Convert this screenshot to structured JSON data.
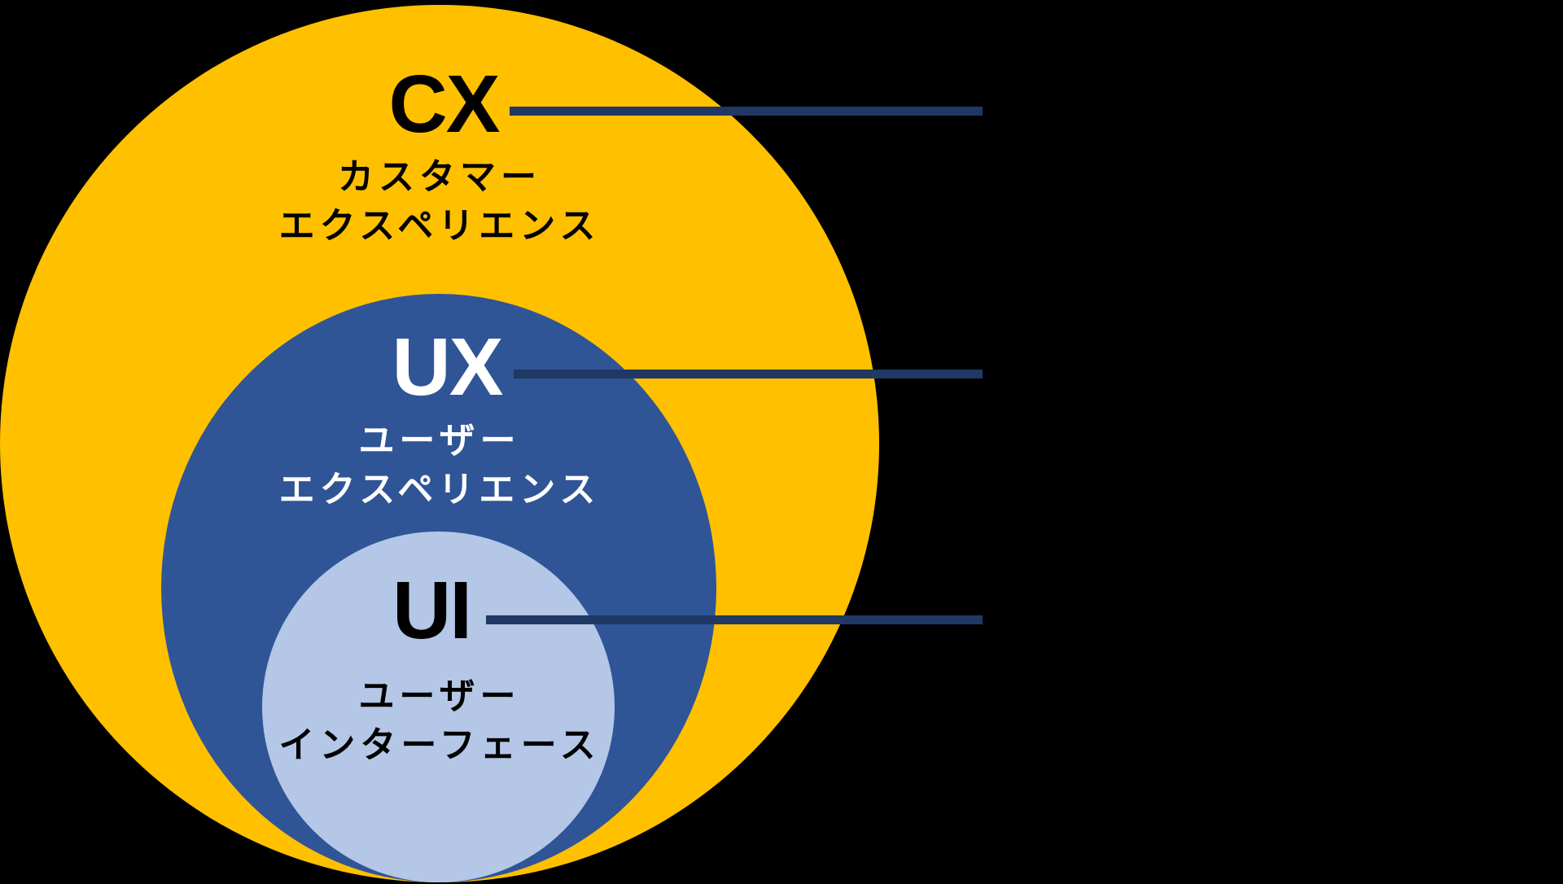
{
  "colors": {
    "background": "#000000",
    "cx_fill": "#FFC000",
    "ux_fill": "#2F5597",
    "ui_fill": "#B4C7E7",
    "connector": "#203864",
    "text_dark": "#000000",
    "text_light": "#FFFFFF"
  },
  "layers": {
    "cx": {
      "abbr": "CX",
      "line1": "カスタマー",
      "line2": "エクスペリエンス"
    },
    "ux": {
      "abbr": "UX",
      "line1": "ユーザー",
      "line2": "エクスペリエンス"
    },
    "ui": {
      "abbr": "UI",
      "line1": "ユーザー",
      "line2": "インターフェース"
    }
  }
}
